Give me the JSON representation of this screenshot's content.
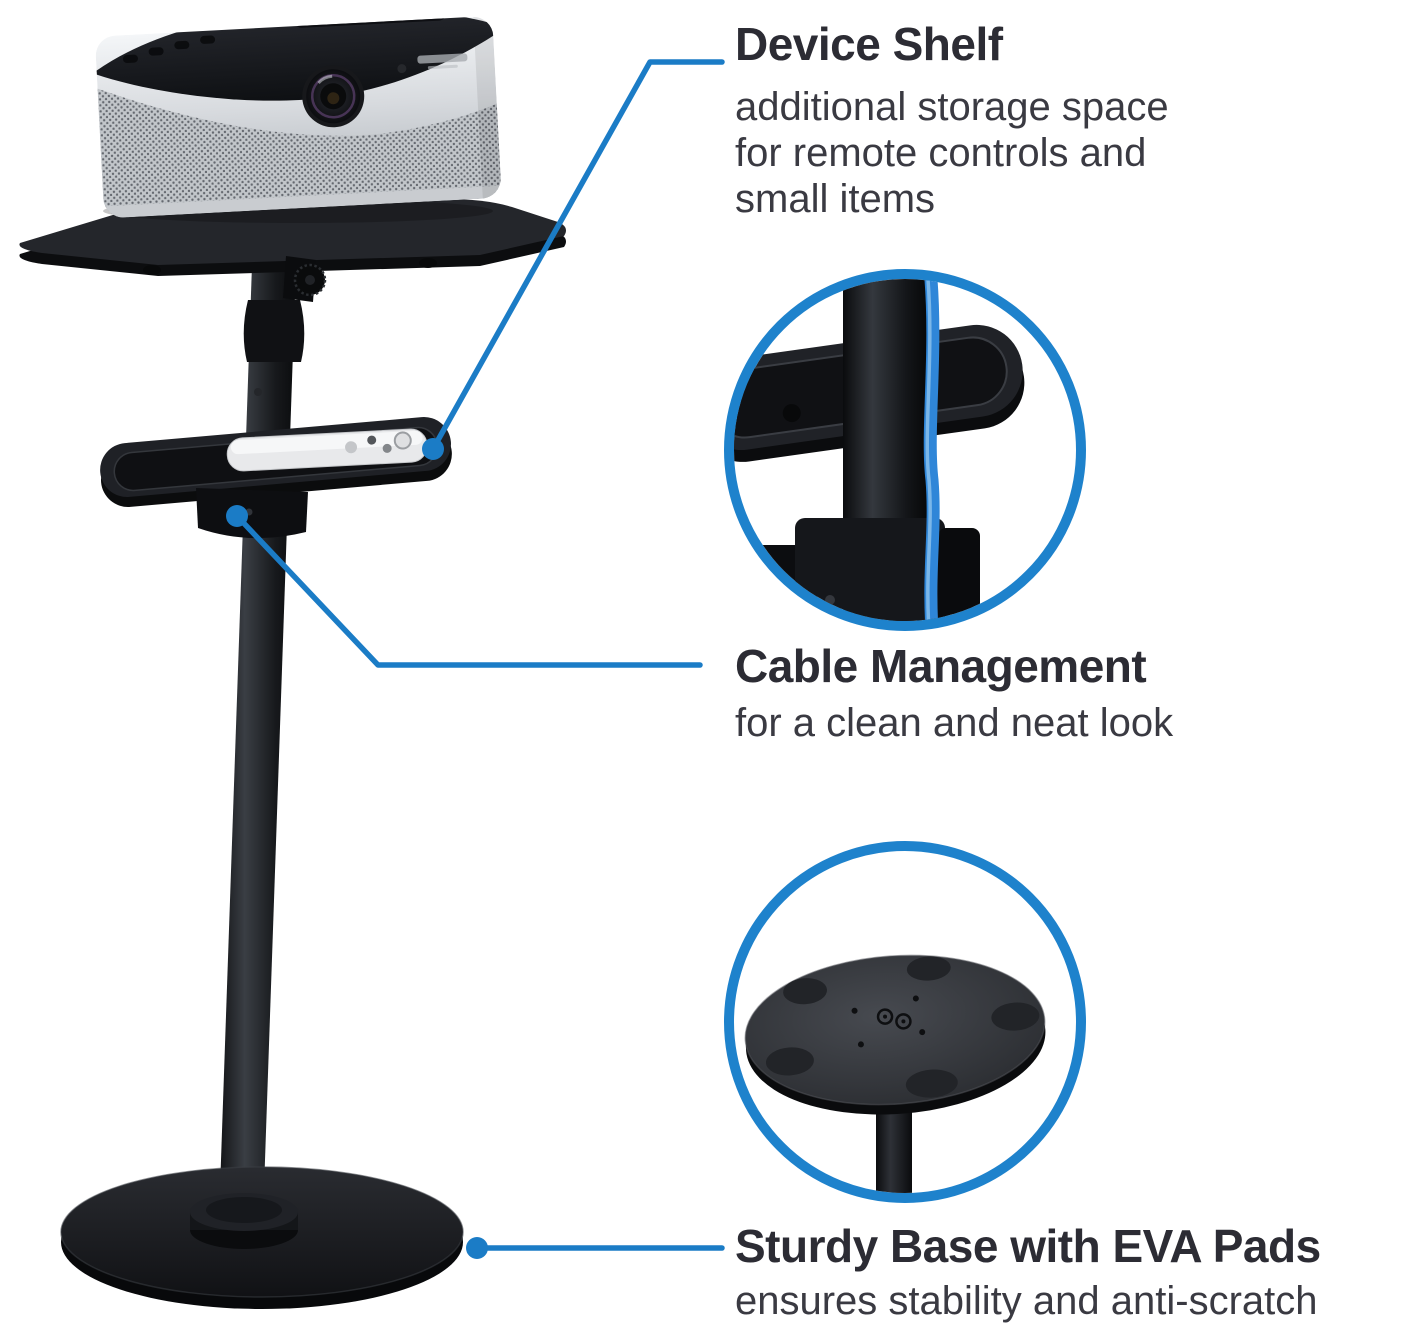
{
  "image": {
    "background": "#ffffff"
  },
  "colors": {
    "accent_blue": "#1b7cc6",
    "inset_ring_blue": "#1e82cc",
    "cable_blue": "#2f86d8",
    "heading_text": "#2c2c34",
    "body_text": "#3a3a42",
    "product_black": "#17181c",
    "projector_silver": "#d7dade"
  },
  "callouts": [
    {
      "title": "Device Shelf",
      "desc_lines": [
        "additional storage space",
        "for remote controls and",
        "small items"
      ]
    },
    {
      "title": "Cable Management",
      "desc_lines": [
        "for a clean and neat look"
      ]
    },
    {
      "title": "Sturdy Base with EVA Pads",
      "desc_lines": [
        "ensures stability and anti-scratch"
      ]
    }
  ]
}
